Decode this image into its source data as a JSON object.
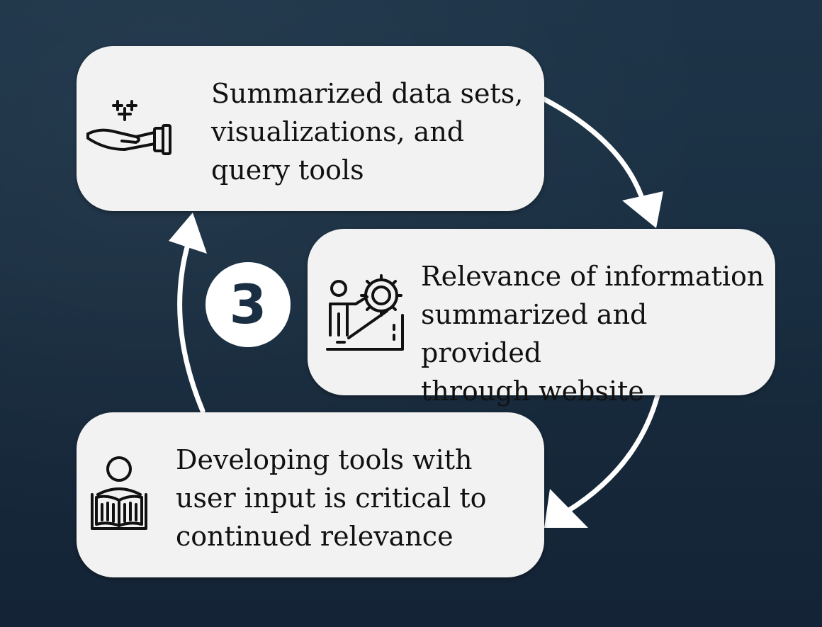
{
  "diagram": {
    "step_number": "3",
    "colors": {
      "background": "#1a2f42",
      "card": "#f2f2f2",
      "arrow": "#ffffff",
      "badge_text": "#1b2f44"
    },
    "cards": [
      {
        "text": "Summarized data sets,\nvisualizations, and\nquery tools",
        "icon": "hand-with-sparkles-icon"
      },
      {
        "text": "Relevance of information\nsummarized and provided\nthrough website",
        "icon": "person-climbing-gear-icon"
      },
      {
        "text": "Developing tools with\nuser input is critical to\ncontinued relevance",
        "icon": "person-reading-book-icon"
      }
    ]
  }
}
